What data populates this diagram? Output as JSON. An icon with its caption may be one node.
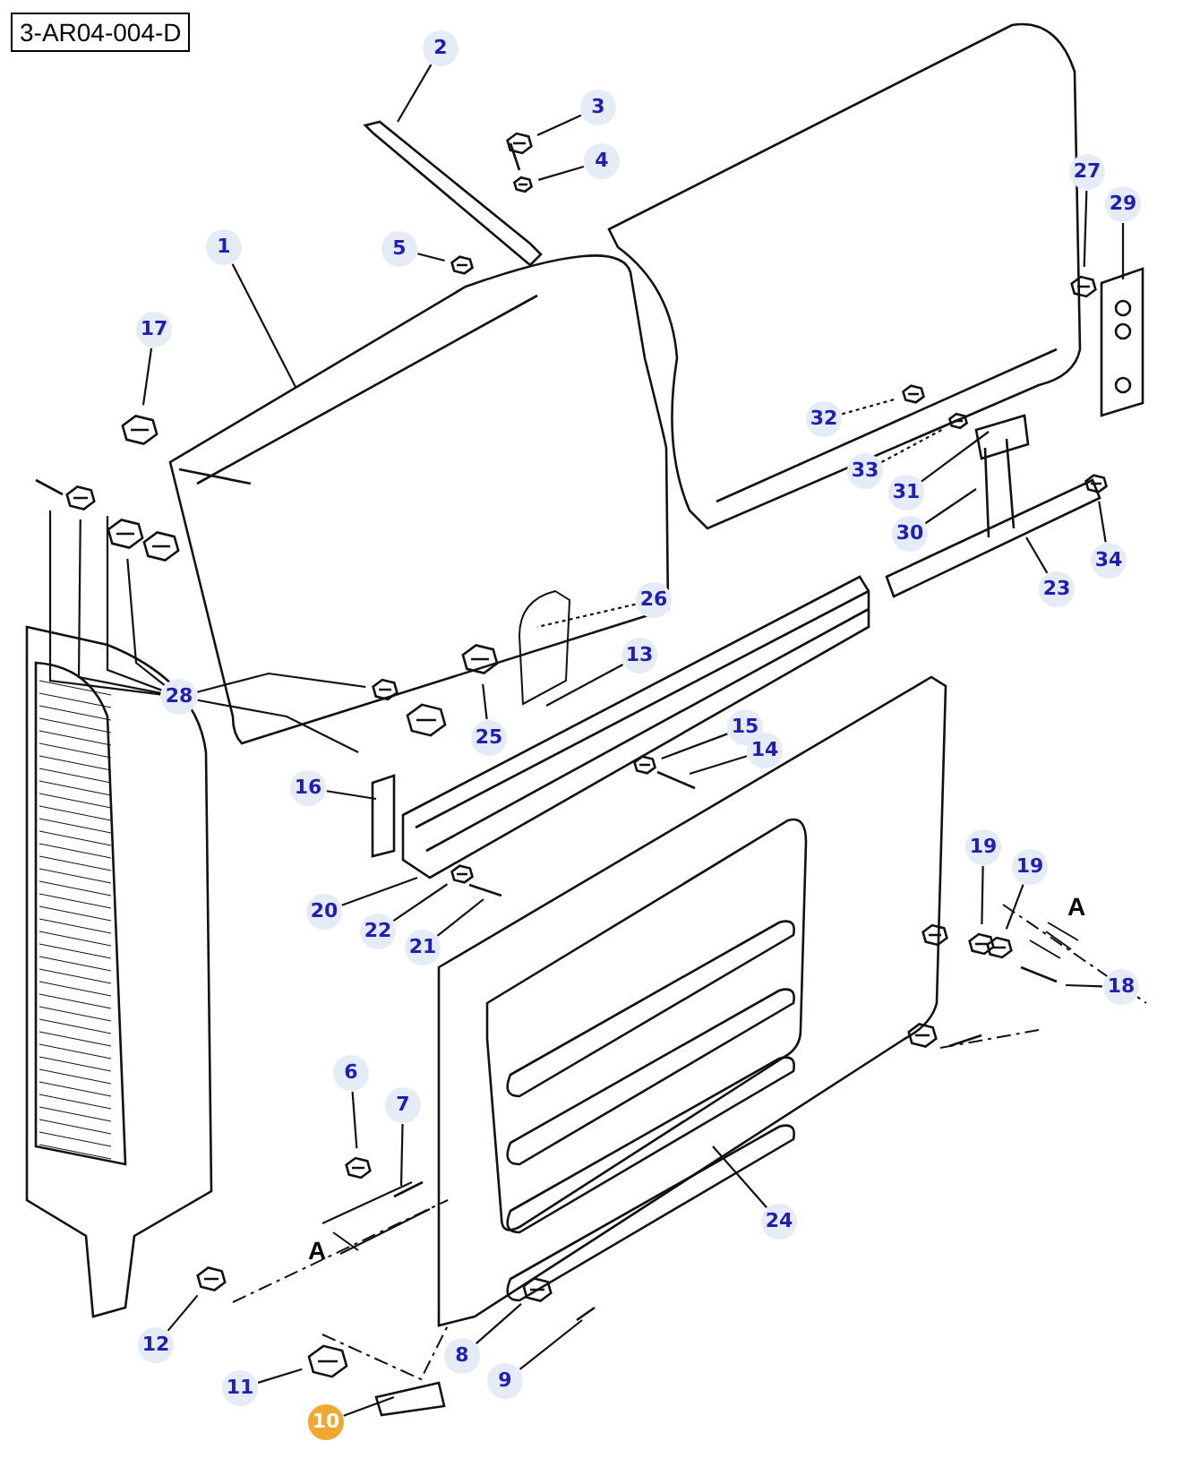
{
  "diagram": {
    "title": "3-AR04-004-D",
    "nodes": [
      {
        "text": [
          "2"
        ]
      },
      {
        "text": [
          "3"
        ]
      },
      {
        "text": [
          "4"
        ]
      },
      {
        "text": [
          "27"
        ]
      },
      {
        "text": [
          "29"
        ]
      },
      {
        "text": [
          "1"
        ]
      },
      {
        "text": [
          "5"
        ]
      },
      {
        "text": [
          "17"
        ]
      },
      {
        "text": [
          "32"
        ]
      },
      {
        "text": [
          "33"
        ]
      },
      {
        "text": [
          "31"
        ]
      },
      {
        "text": [
          "30"
        ]
      },
      {
        "text": [
          "34"
        ]
      },
      {
        "text": [
          "23"
        ]
      },
      {
        "text": [
          "26"
        ]
      },
      {
        "text": [
          "13"
        ]
      },
      {
        "text": [
          "28"
        ]
      },
      {
        "text": [
          "25"
        ]
      },
      {
        "text": [
          "15"
        ]
      },
      {
        "text": [
          "14"
        ]
      },
      {
        "text": [
          "16"
        ]
      },
      {
        "text": [
          "19"
        ]
      },
      {
        "text": [
          "19"
        ]
      },
      {
        "text": [
          "20"
        ]
      },
      {
        "text": [
          "22"
        ]
      },
      {
        "text": [
          "21"
        ]
      },
      {
        "text": [
          "18"
        ]
      },
      {
        "text": [
          "6"
        ]
      },
      {
        "text": [
          "7"
        ]
      },
      {
        "text": [
          "24"
        ]
      },
      {
        "text": [
          "12"
        ]
      },
      {
        "text": [
          "8"
        ]
      },
      {
        "text": [
          "9"
        ]
      },
      {
        "text": [
          "11"
        ]
      },
      {
        "text": [
          "10"
        ]
      }
    ],
    "edges": [
      {
        "from": 0,
        "to": null,
        "arrow": "none"
      },
      {
        "from": 1,
        "to": null,
        "arrow": "none"
      },
      {
        "from": 2,
        "to": null,
        "arrow": "none"
      },
      {
        "from": 3,
        "to": null,
        "arrow": "none"
      },
      {
        "from": 4,
        "to": null,
        "arrow": "none"
      },
      {
        "from": 5,
        "to": null,
        "arrow": "none"
      },
      {
        "from": 6,
        "to": null,
        "arrow": "none"
      },
      {
        "from": 7,
        "to": null,
        "arrow": "none"
      },
      {
        "from": 8,
        "to": null,
        "arrow": "none",
        "style": "dashed"
      },
      {
        "from": 9,
        "to": null,
        "arrow": "none",
        "style": "dashed"
      },
      {
        "from": 10,
        "to": null,
        "arrow": "none"
      },
      {
        "from": 11,
        "to": null,
        "arrow": "none"
      },
      {
        "from": 12,
        "to": null,
        "arrow": "none"
      },
      {
        "from": 13,
        "to": null,
        "arrow": "none"
      },
      {
        "from": 14,
        "to": null,
        "arrow": "none",
        "style": "dashed"
      },
      {
        "from": 15,
        "to": null,
        "arrow": "none"
      },
      {
        "from": 16,
        "to": null,
        "arrow": "none"
      },
      {
        "from": 16,
        "to": null,
        "arrow": "none"
      },
      {
        "from": 16,
        "to": null,
        "arrow": "none"
      },
      {
        "from": 16,
        "to": null,
        "arrow": "none"
      },
      {
        "from": 16,
        "to": null,
        "arrow": "none"
      },
      {
        "from": 16,
        "to": null,
        "arrow": "none"
      },
      {
        "from": 17,
        "to": null,
        "arrow": "none"
      },
      {
        "from": 18,
        "to": null,
        "arrow": "none"
      },
      {
        "from": 19,
        "to": null,
        "arrow": "none"
      },
      {
        "from": 20,
        "to": null,
        "arrow": "none"
      },
      {
        "from": 21,
        "to": null,
        "arrow": "none"
      },
      {
        "from": 22,
        "to": null,
        "arrow": "none"
      },
      {
        "from": 23,
        "to": null,
        "arrow": "none"
      },
      {
        "from": 24,
        "to": null,
        "arrow": "none"
      },
      {
        "from": 25,
        "to": null,
        "arrow": "none"
      },
      {
        "from": 26,
        "to": null,
        "arrow": "none"
      },
      {
        "from": 27,
        "to": null,
        "arrow": "none"
      },
      {
        "from": 28,
        "to": null,
        "arrow": "none"
      },
      {
        "from": 29,
        "to": null,
        "arrow": "none"
      },
      {
        "from": 30,
        "to": null,
        "arrow": "none"
      },
      {
        "from": 31,
        "to": null,
        "arrow": "none"
      },
      {
        "from": 32,
        "to": null,
        "arrow": "none"
      },
      {
        "from": 33,
        "to": null,
        "arrow": "none"
      },
      {
        "from": 34,
        "to": null,
        "arrow": "none"
      }
    ],
    "labels": [
      "A",
      "A"
    ]
  }
}
